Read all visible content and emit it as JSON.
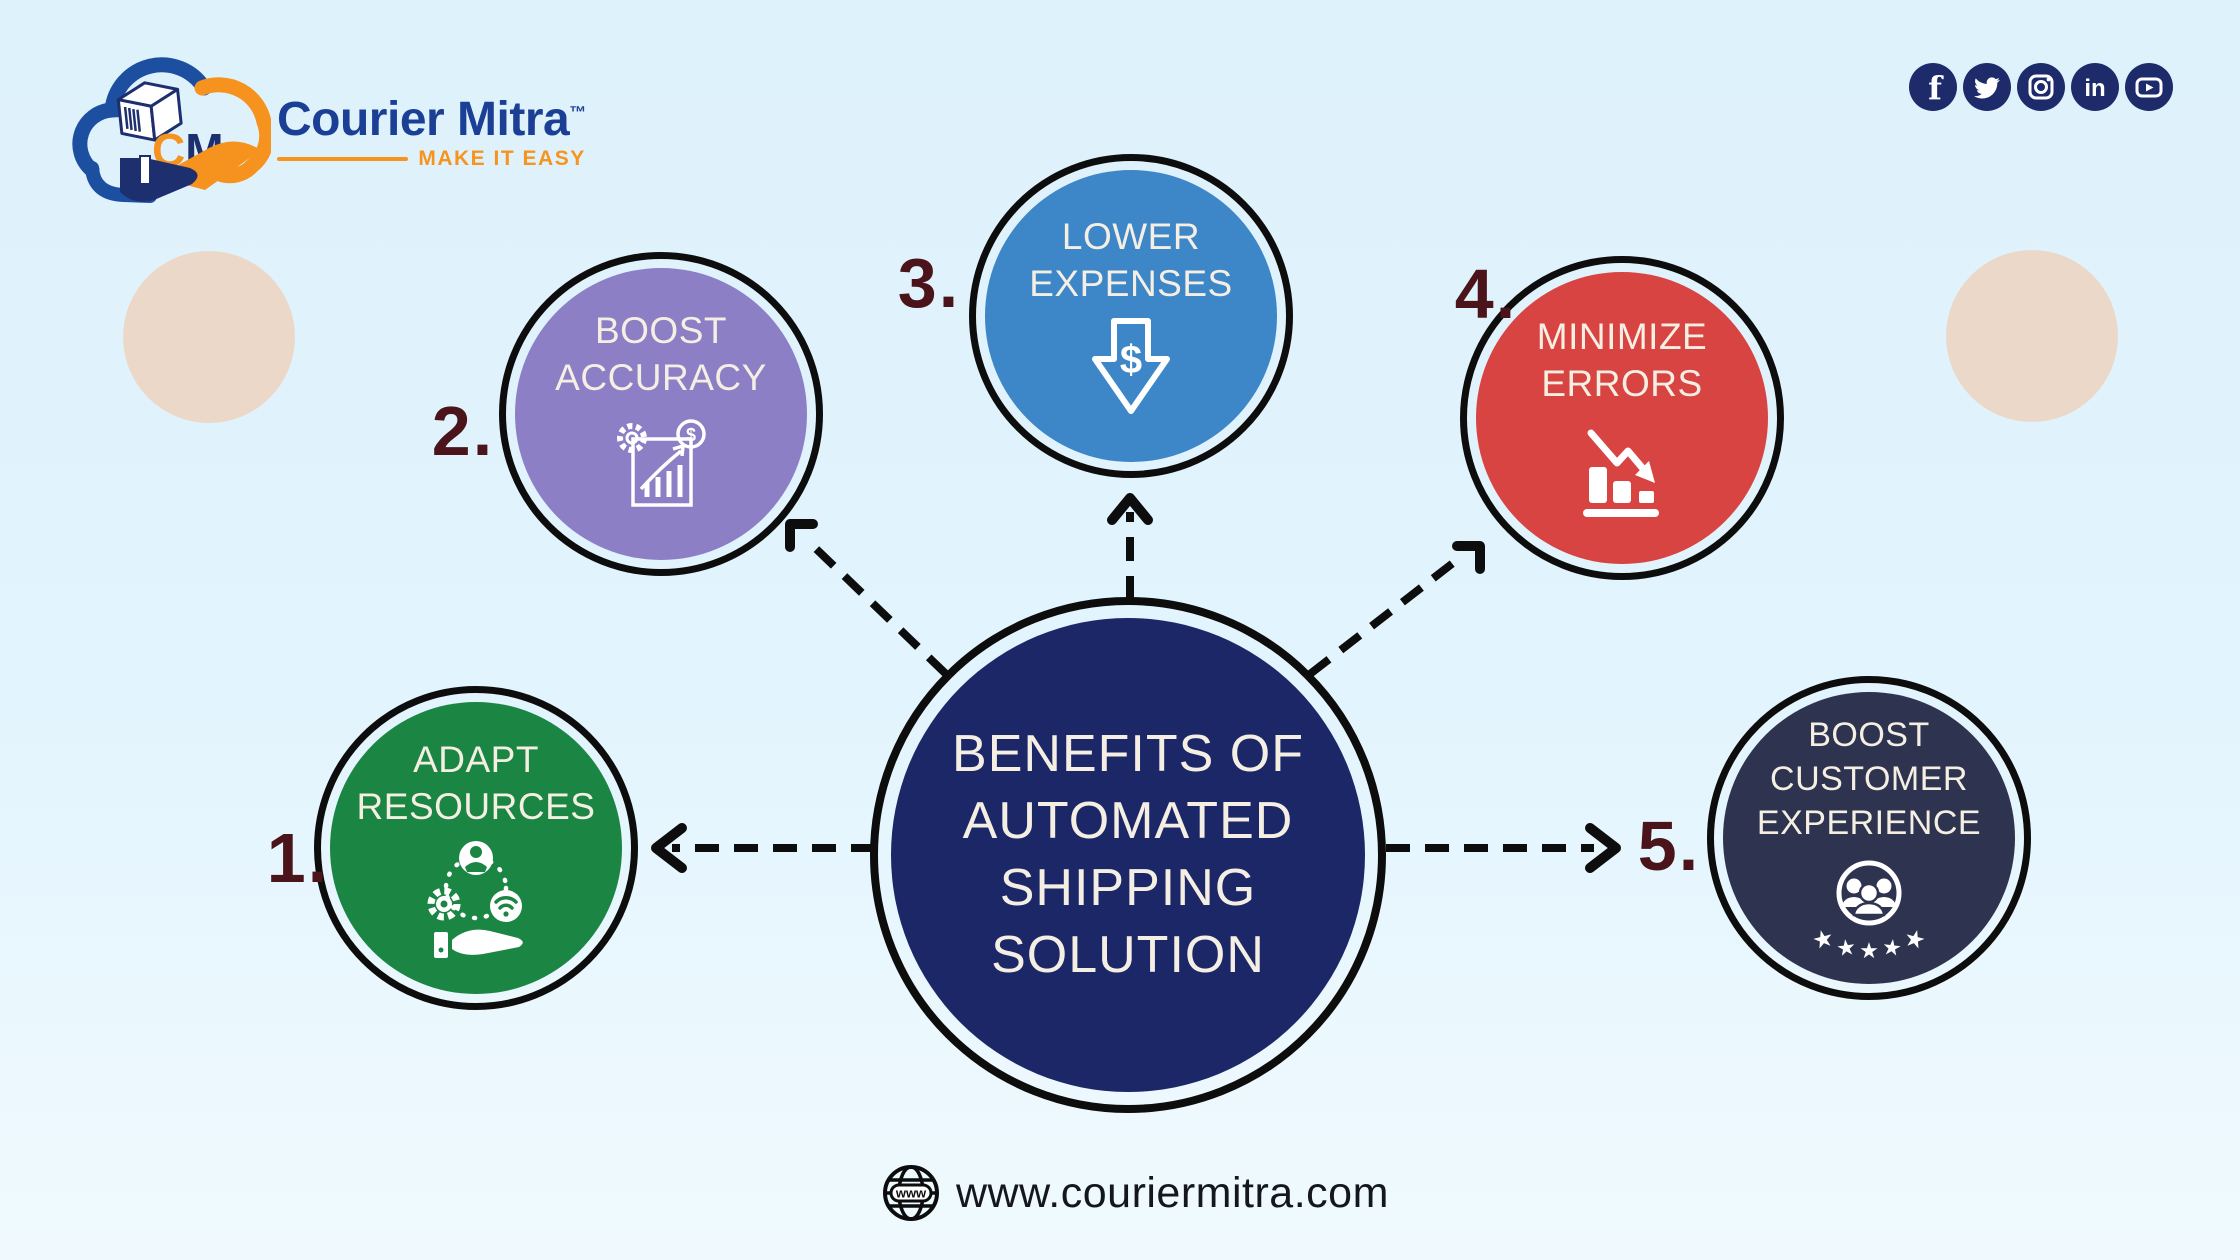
{
  "brand": {
    "name": "Courier Mitra",
    "trademark": "™",
    "tagline": "MAKE IT EASY",
    "monogram_c": "C",
    "monogram_m": "M"
  },
  "social_icons": [
    "facebook",
    "twitter",
    "instagram",
    "linkedin",
    "youtube"
  ],
  "center": {
    "title": "BENEFITS OF\nAUTOMATED\nSHIPPING\nSOLUTION",
    "fill": "#1b2766",
    "text_color": "#f5efe3"
  },
  "nodes": [
    {
      "number": "1.",
      "label": "ADAPT\nRESOURCES",
      "fill": "#1b8544",
      "icon": "resources-cycle-icon"
    },
    {
      "number": "2.",
      "label": "BOOST\nACCURACY",
      "fill": "#8c7fc6",
      "icon": "gear-growth-chart-icon"
    },
    {
      "number": "3.",
      "label": "LOWER\nEXPENSES",
      "fill": "#3d86c8",
      "icon": "dollar-down-arrow-icon"
    },
    {
      "number": "4.",
      "label": "MINIMIZE\nERRORS",
      "fill": "#d84442",
      "icon": "declining-chart-icon"
    },
    {
      "number": "5.",
      "label": "BOOST\nCUSTOMER\nEXPERIENCE",
      "fill": "#2e3450",
      "icon": "customer-rating-icon"
    }
  ],
  "footer": {
    "website": "www.couriermitra.com",
    "globe_label": "www"
  },
  "accents": {
    "number_color": "#4a141a",
    "arrow_color": "#0d0d0d",
    "background": "#e2f4fd",
    "decor_circle": "#ecd8c9",
    "logo_navy": "#1c3f96",
    "logo_orange": "#f7941d",
    "social_navy": "#1d2b6b"
  }
}
